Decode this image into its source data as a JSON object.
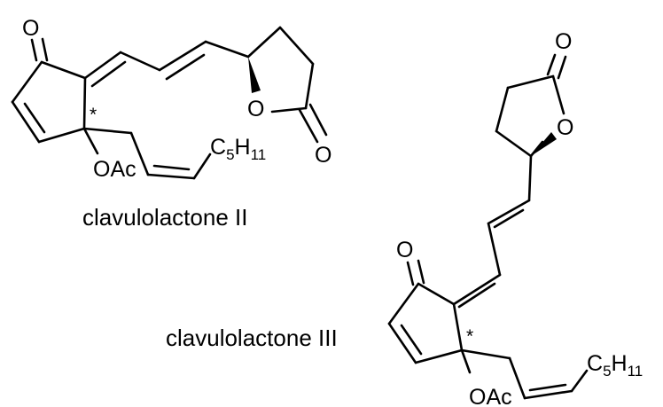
{
  "structures": [
    {
      "id": "clavulolactone-2",
      "name": "clavulolactone II",
      "labels": {
        "ketone_o": "O",
        "ring_o": "O",
        "lactone_o": "O",
        "oac": "OAc",
        "chain_c": "C",
        "chain_c_sub": "5",
        "chain_h": "H",
        "chain_h_sub": "11",
        "stereocenter": "*"
      }
    },
    {
      "id": "clavulolactone-3",
      "name": "clavulolactone III",
      "labels": {
        "ketone_o": "O",
        "ring_o": "O",
        "lactone_o": "O",
        "oac": "OAc",
        "chain_c": "C",
        "chain_c_sub": "5",
        "chain_h": "H",
        "chain_h_sub": "11",
        "stereocenter": "*"
      }
    }
  ]
}
